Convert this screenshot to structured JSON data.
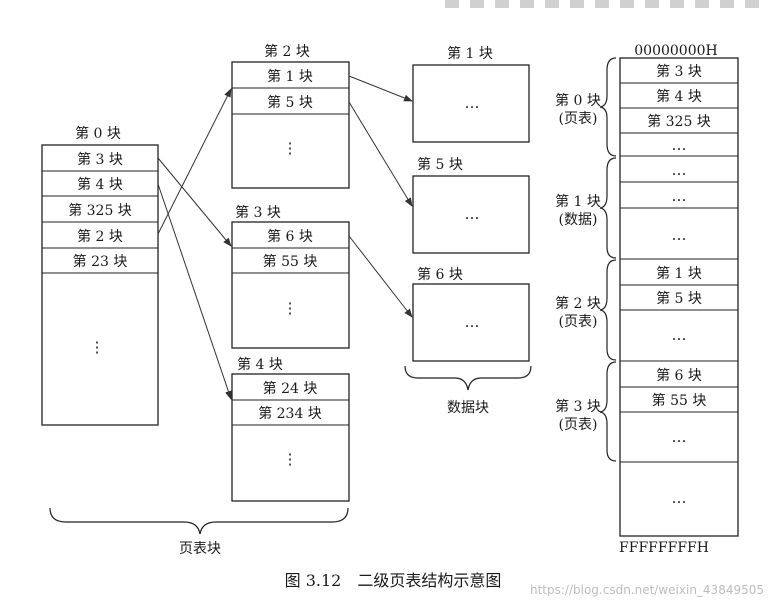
{
  "page_table_0": {
    "title": "第 0 块",
    "entries": [
      "第 3 块",
      "第 4 块",
      "第 325 块",
      "第 2 块",
      "第 23 块"
    ],
    "more": "⋮"
  },
  "page_tables": {
    "block_2": {
      "title": "第 2 块",
      "entries": [
        "第 1 块",
        "第 5 块"
      ],
      "more": "⋮"
    },
    "block_3": {
      "title": "第 3 块",
      "entries": [
        "第 6 块",
        "第 55 块"
      ],
      "more": "⋮"
    },
    "block_4": {
      "title": "第 4 块",
      "entries": [
        "第 24 块",
        "第 234 块"
      ],
      "more": "⋮"
    }
  },
  "data_blocks": {
    "block_1": {
      "title": "第 1 块",
      "content": "…"
    },
    "block_5": {
      "title": "第 5 块",
      "content": "…"
    },
    "block_6": {
      "title": "第 6 块",
      "content": "…"
    }
  },
  "labels": {
    "page_table_blocks": "页表块",
    "data_blocks": "数据块"
  },
  "memory": {
    "top_address": "00000000H",
    "bottom_address": "FFFFFFFFH",
    "groups": [
      {
        "label_line1": "第 0 块",
        "label_line2": "(页表)",
        "cells": [
          "第 3 块",
          "第 4 块",
          "第 325 块",
          "…"
        ]
      },
      {
        "label_line1": "第 1 块",
        "label_line2": "(数据)",
        "cells": [
          "…",
          "…",
          "…"
        ]
      },
      {
        "label_line1": "第 2 块",
        "label_line2": "(页表)",
        "cells": [
          "第 1 块",
          "第 5 块",
          "…"
        ]
      },
      {
        "label_line1": "第 3 块",
        "label_line2": "(页表)",
        "cells": [
          "第 6 块",
          "第 55 块",
          "…"
        ]
      }
    ],
    "tail": "…"
  },
  "caption": "图 3.12　二级页表结构示意图",
  "watermark": "https://blog.csdn.net/weixin_43849505"
}
